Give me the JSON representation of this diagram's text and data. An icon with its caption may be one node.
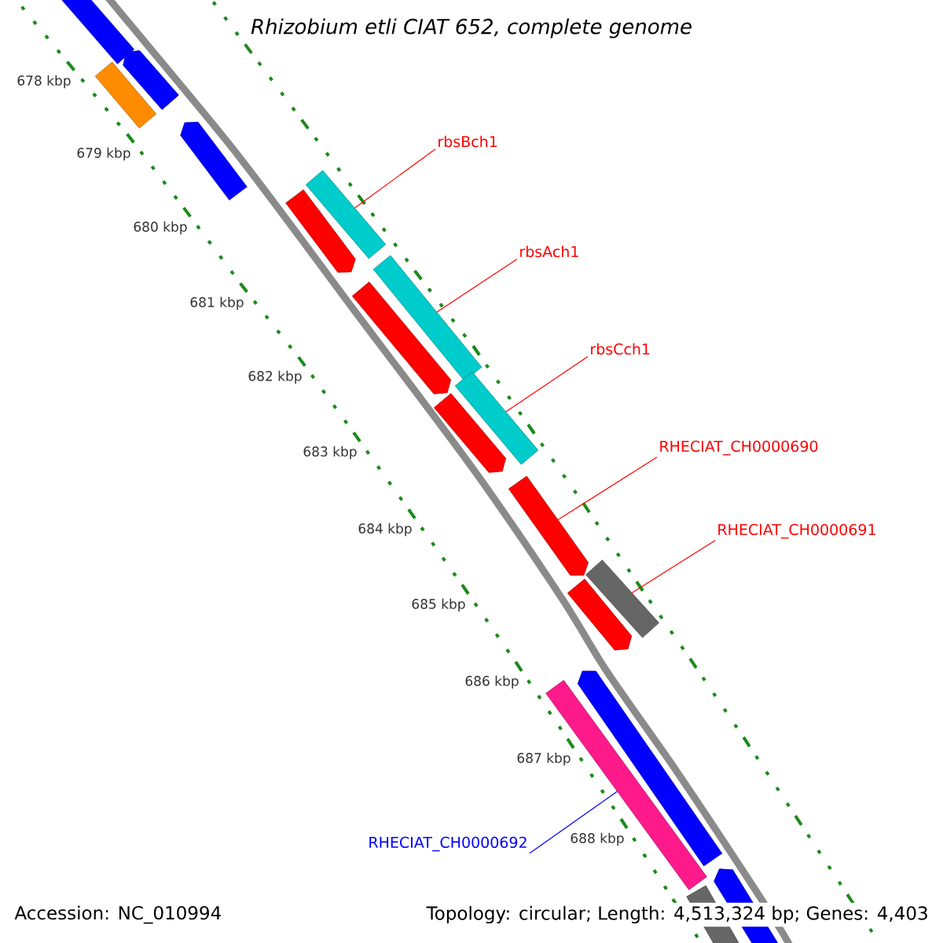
{
  "diagram": {
    "title": "*Rhizobium etli CIAT 652, complete genome*",
    "nodes": [
      {
        "text": [
          "rbsBch1"
        ]
      },
      {
        "text": [],
        "shape": "box"
      },
      {
        "text": [
          "rbsAch1"
        ]
      },
      {
        "text": [],
        "shape": "box"
      },
      {
        "text": [
          "rbsCch1"
        ]
      },
      {
        "text": [],
        "shape": "box"
      },
      {
        "text": [
          "RHECIAT_CH0000690"
        ]
      },
      {
        "text": [],
        "shape": "pentagon"
      },
      {
        "text": [
          "RHECIAT_CH0000691"
        ]
      },
      {
        "text": [],
        "shape": "box"
      },
      {
        "text": [
          "RHECIAT_CH0000692"
        ]
      },
      {
        "text": [],
        "shape": "box"
      }
    ],
    "edges": [
      {
        "from": 0,
        "to": 1,
        "arrow": "none"
      },
      {
        "from": 2,
        "to": 3,
        "arrow": "none"
      },
      {
        "from": 4,
        "to": 5,
        "arrow": "none"
      },
      {
        "from": 6,
        "to": 7,
        "arrow": "none"
      },
      {
        "from": 8,
        "to": 9,
        "arrow": "none"
      },
      {
        "from": 10,
        "to": 11,
        "arrow": "none",
        "color": "#0000ff"
      }
    ],
    "labels": [
      "678 kbp",
      "679 kbp",
      "680 kbp",
      "681 kbp",
      "682 kbp",
      "683 kbp",
      "684 kbp",
      "685 kbp",
      "686 kbp",
      "687 kbp",
      "688 kbp",
      "Accession: NC_010994",
      "Topology: circular; Length: 4,513,324 bp; Genes: 4,403"
    ]
  }
}
